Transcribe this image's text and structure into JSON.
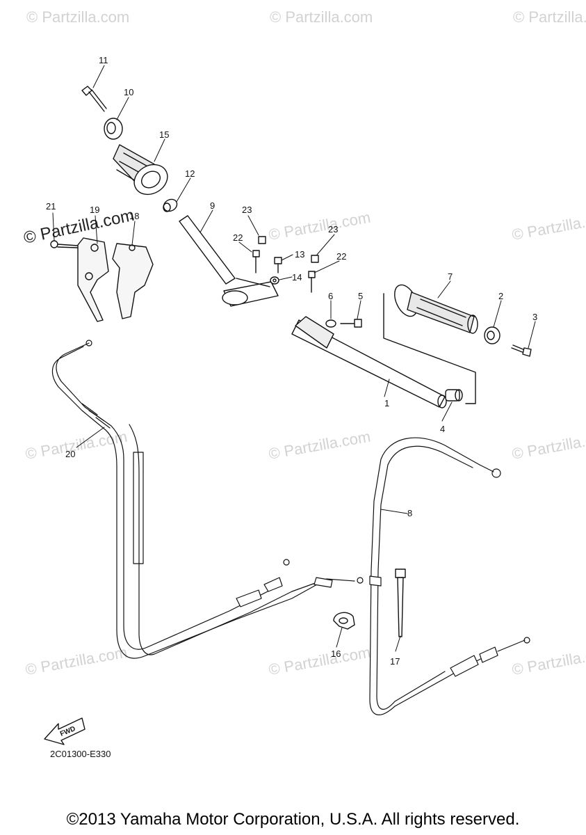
{
  "watermark": {
    "text": "© Partzilla.com"
  },
  "diagram_code": "2C01300-E330",
  "fwd_label": "FWD",
  "copyright": "©2013 Yamaha Motor Corporation, U.S.A. All rights reserved.",
  "callouts": {
    "c1": "1",
    "c2": "2",
    "c3": "3",
    "c4": "4",
    "c5": "5",
    "c6": "6",
    "c7": "7",
    "c8": "8",
    "c9": "9",
    "c10": "10",
    "c11": "11",
    "c12": "12",
    "c13": "13",
    "c14": "14",
    "c15": "15",
    "c16": "16",
    "c17": "17",
    "c18": "18",
    "c19": "19",
    "c20": "20",
    "c21": "21",
    "c22a": "22",
    "c22b": "22",
    "c23a": "23",
    "c23b": "23"
  }
}
